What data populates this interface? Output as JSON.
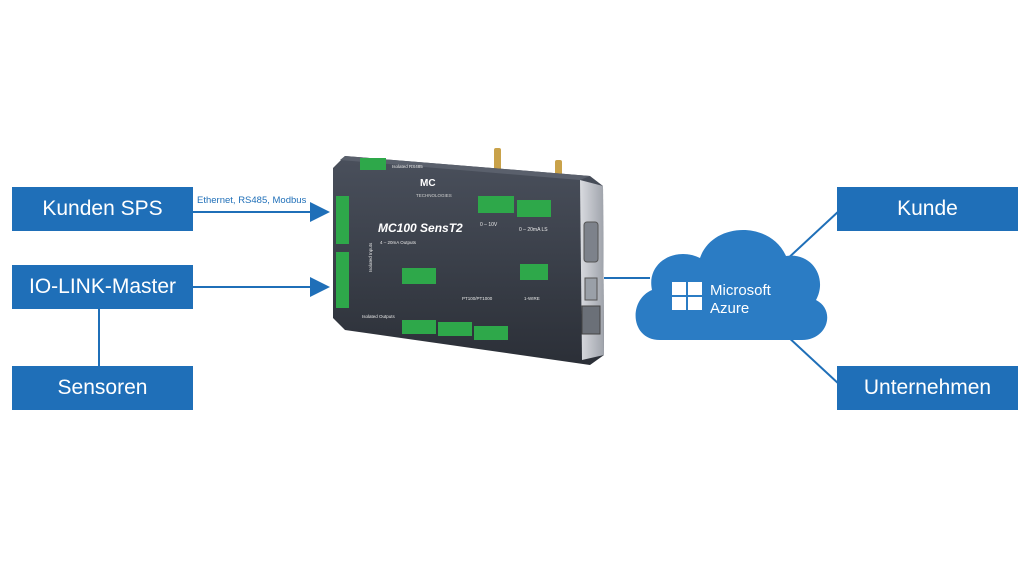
{
  "left_boxes": {
    "kunden_sps": "Kunden SPS",
    "io_link_master": "IO-LINK-Master",
    "sensoren": "Sensoren"
  },
  "right_boxes": {
    "kunde": "Kunde",
    "unternehmen": "Unternehmen"
  },
  "connection_label": "Ethernet, RS485,  Modbus",
  "cloud": {
    "brand_line1": "Microsoft",
    "brand_line2": "Azure"
  },
  "device": {
    "logo": "MC",
    "logo_sub": "TECHNOLOGIES",
    "model": "MC100 SensT2",
    "labels": {
      "isolated_rs485": "Isolated RS485",
      "isolated_inputs": "Isolated Inputs",
      "isolated_outputs": "Isolated Outputs",
      "outputs_4_20": "4 – 20mA Outputs",
      "range_0_10": "0 – 10V",
      "range_0_20": "0 – 20mA LS",
      "pt100": "PT100/PT1000",
      "one_wire": "1-WIRE"
    }
  },
  "colors": {
    "box_fill": "#1f6fb8",
    "line": "#1f6fb8",
    "cloud_fill": "#2b7cc4",
    "device_body": "#3a3f4a",
    "terminal_green": "#2ea84a"
  }
}
